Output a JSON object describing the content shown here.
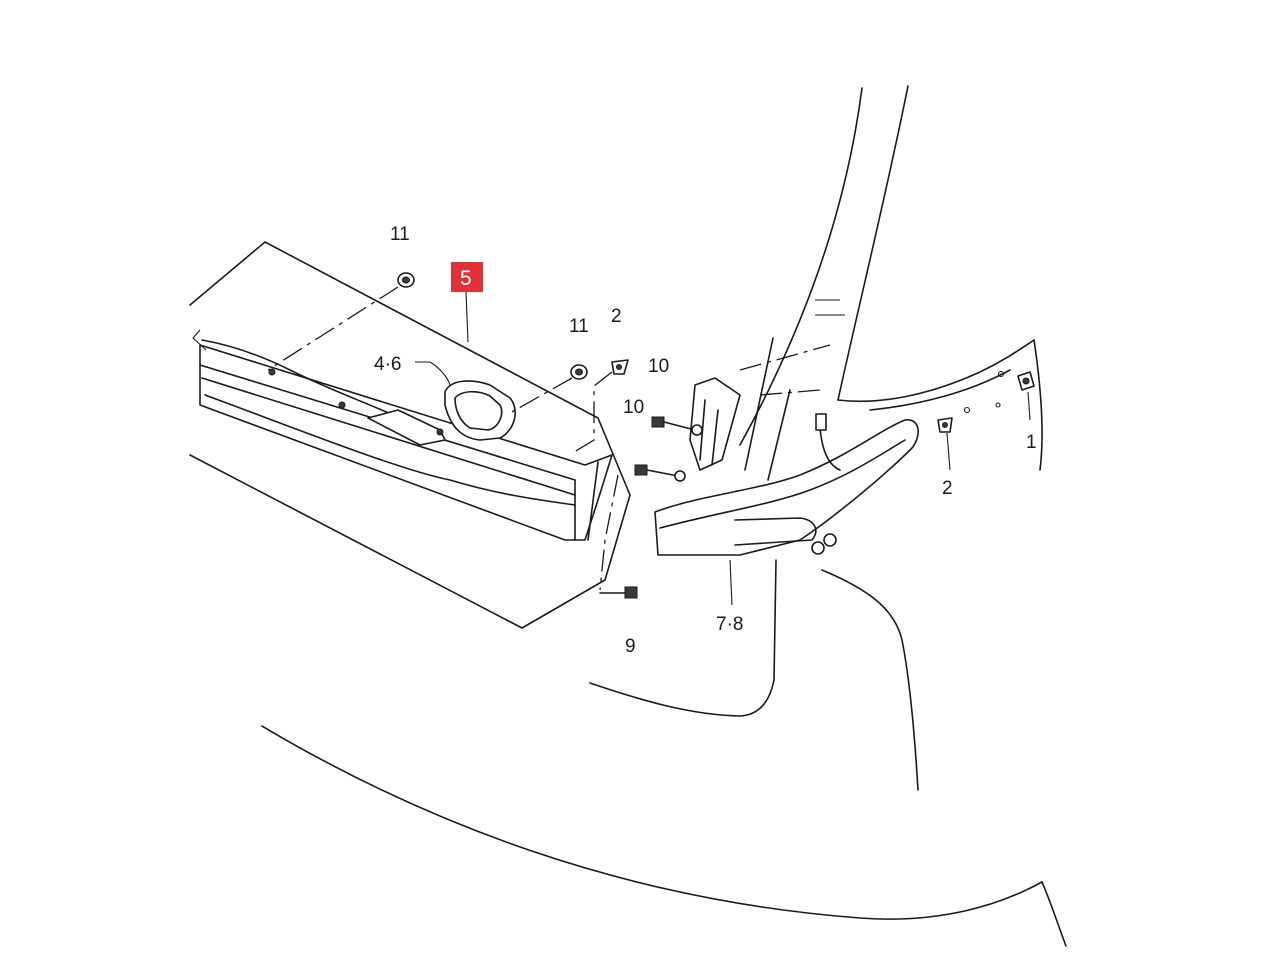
{
  "diagram": {
    "highlight_color": "#e0303a",
    "callouts": {
      "p1": "1",
      "p2a": "2",
      "p2b": "2",
      "p4_6": "4·6",
      "p5": "5",
      "p7_8": "7·8",
      "p9": "9",
      "p10a": "10",
      "p10b": "10",
      "p11a": "11",
      "p11b": "11"
    }
  }
}
